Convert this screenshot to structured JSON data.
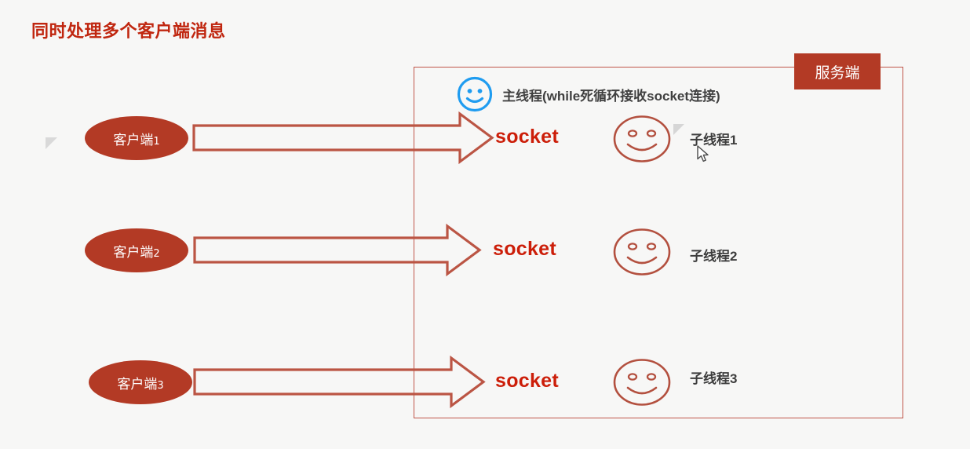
{
  "page": {
    "title": "同时处理多个客户端消息",
    "background_color": "#f7f7f6",
    "title_color": "#c0260f"
  },
  "colors": {
    "brick_red": "#b33a25",
    "arrow_stroke": "#bb5544",
    "box_border": "#c0564a",
    "socket_red": "#cc1e09",
    "label_gray": "#3d3d3d",
    "main_thread_blue": "#1f9cf0",
    "marker_gray": "#d4d4d4"
  },
  "server": {
    "label": "服务端",
    "main_thread": {
      "icon": "smiley-face-blue-icon",
      "label": "主线程(while死循环接收socket连接)"
    },
    "child_threads": [
      {
        "icon": "smiley-face-red-icon",
        "label": "子线程1"
      },
      {
        "icon": "smiley-face-red-icon",
        "label": "子线程2"
      },
      {
        "icon": "smiley-face-red-icon",
        "label": "子线程3"
      }
    ]
  },
  "clients": [
    {
      "label": "客户端",
      "index": "1"
    },
    {
      "label": "客户端",
      "index": "2"
    },
    {
      "label": "客户端",
      "index": "3"
    }
  ],
  "connections": [
    {
      "label": "socket"
    },
    {
      "label": "socket"
    },
    {
      "label": "socket"
    }
  ],
  "cursor": {
    "icon": "mouse-pointer-icon"
  },
  "markers": {
    "left": "triangle-marker-icon",
    "thread1": "triangle-marker-icon"
  }
}
